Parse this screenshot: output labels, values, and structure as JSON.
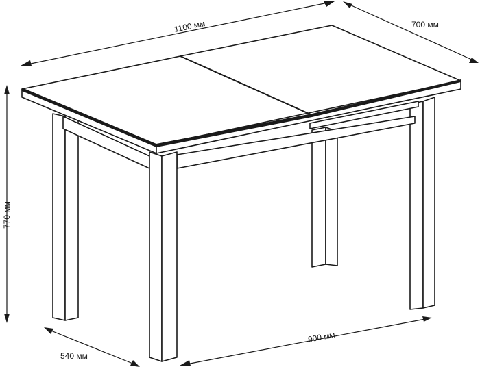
{
  "dimensions": {
    "top_length": "1100 мм",
    "top_width": "700 мм",
    "height": "770 мм",
    "frame_width": "540 мм",
    "frame_length": "900 мм"
  },
  "colors": {
    "line": "#1a1a1a",
    "background": "#ffffff"
  }
}
